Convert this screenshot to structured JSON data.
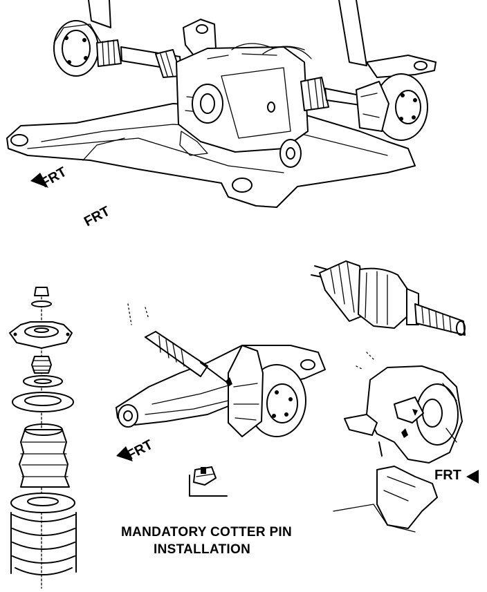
{
  "labels": {
    "frt_top_arrow": "FRT",
    "frt_top_plain": "FRT",
    "frt_control_arm": "FRT",
    "frt_knuckle": "FRT"
  },
  "caption": {
    "line1": "MANDATORY COTTER PIN",
    "line2": "INSTALLATION"
  },
  "colors": {
    "ink": "#000000",
    "paper": "#ffffff"
  }
}
